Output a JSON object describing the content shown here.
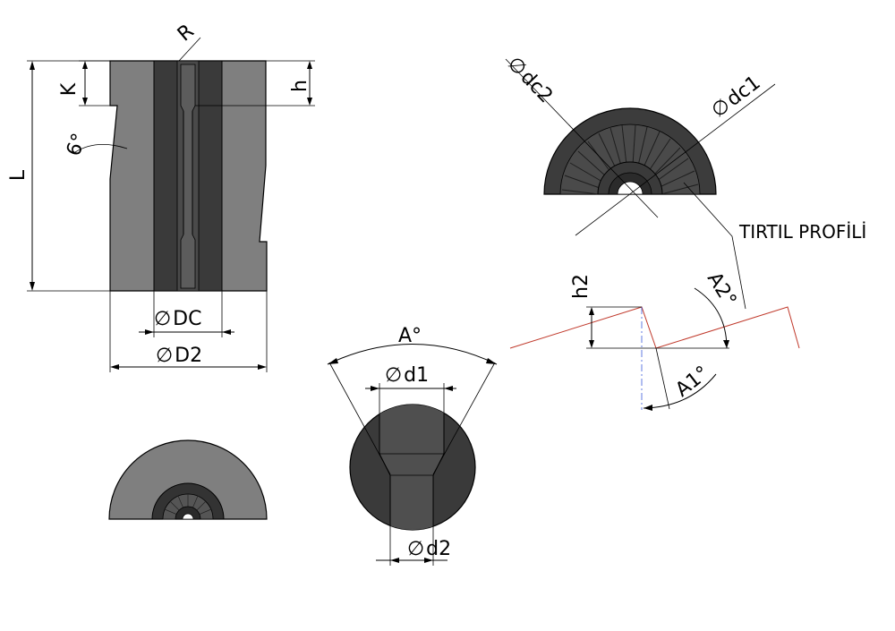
{
  "labels": {
    "R": "R",
    "K": "K",
    "h": "h",
    "angle6": "6°",
    "L": "L",
    "DC": "DC",
    "D2": "D2",
    "dc2": "dc2",
    "dc1": "dc1",
    "profile": "TIRTIL PROFİLİ",
    "h2": "h2",
    "A2": "A2°",
    "A1": "A1°",
    "A": "A°",
    "d1": "d1",
    "d2": "d2"
  },
  "symbols": {
    "diameter": "∅"
  },
  "colors": {
    "body_light": "#7f7f7f",
    "body_dark": "#3a3a3a",
    "bore": "#575757",
    "profile_line": "#c0392b",
    "centerline": "#3b5bdb"
  }
}
